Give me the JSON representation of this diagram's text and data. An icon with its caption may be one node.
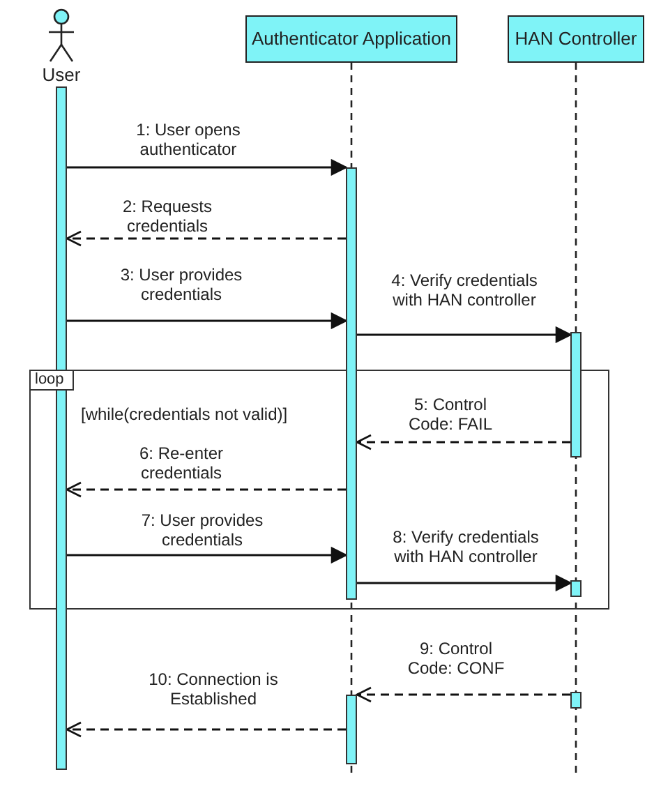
{
  "diagram": {
    "nodes": [
      {
        "text": [
          "User"
        ]
      },
      {
        "text": [
          "Authenticator Application"
        ]
      },
      {
        "text": [
          "HAN Controller"
        ]
      },
      {
        "text": [],
        "shape": "bar"
      },
      {
        "text": [],
        "shape": "bar"
      },
      {
        "text": [],
        "shape": "bar"
      },
      {
        "text": [],
        "shape": "bar"
      },
      {
        "text": [],
        "shape": "bar"
      },
      {
        "text": [],
        "shape": "bar"
      }
    ],
    "edges": [
      {
        "from": 3,
        "to": 4,
        "arrow": "to",
        "label": "1: User opens authenticator"
      },
      {
        "from": 4,
        "to": 3,
        "arrow": "to",
        "label": "2: Requests credentials",
        "style": "dashed"
      },
      {
        "from": 3,
        "to": 4,
        "arrow": "to",
        "label": "3: User provides credentials"
      },
      {
        "from": 4,
        "to": 5,
        "arrow": "to",
        "label": "4: Verify credentials with HAN controller"
      },
      {
        "from": 5,
        "to": 4,
        "arrow": "to",
        "label": "5: Control Code: FAIL",
        "style": "dashed"
      },
      {
        "from": 4,
        "to": 3,
        "arrow": "to",
        "label": "6: Re-enter credentials",
        "style": "dashed"
      },
      {
        "from": 3,
        "to": 4,
        "arrow": "to",
        "label": "7: User provides credentials"
      },
      {
        "from": 4,
        "to": 6,
        "arrow": "to",
        "label": "8: Verify credentials with HAN controller"
      },
      {
        "from": 8,
        "to": 7,
        "arrow": "to",
        "label": "9: Control Code: CONF",
        "style": "dashed"
      },
      {
        "from": 7,
        "to": 3,
        "arrow": "to",
        "label": "10: Connection is Established",
        "style": "dashed"
      }
    ],
    "labels": [
      "loop",
      "[while(credentials not valid)]"
    ]
  }
}
